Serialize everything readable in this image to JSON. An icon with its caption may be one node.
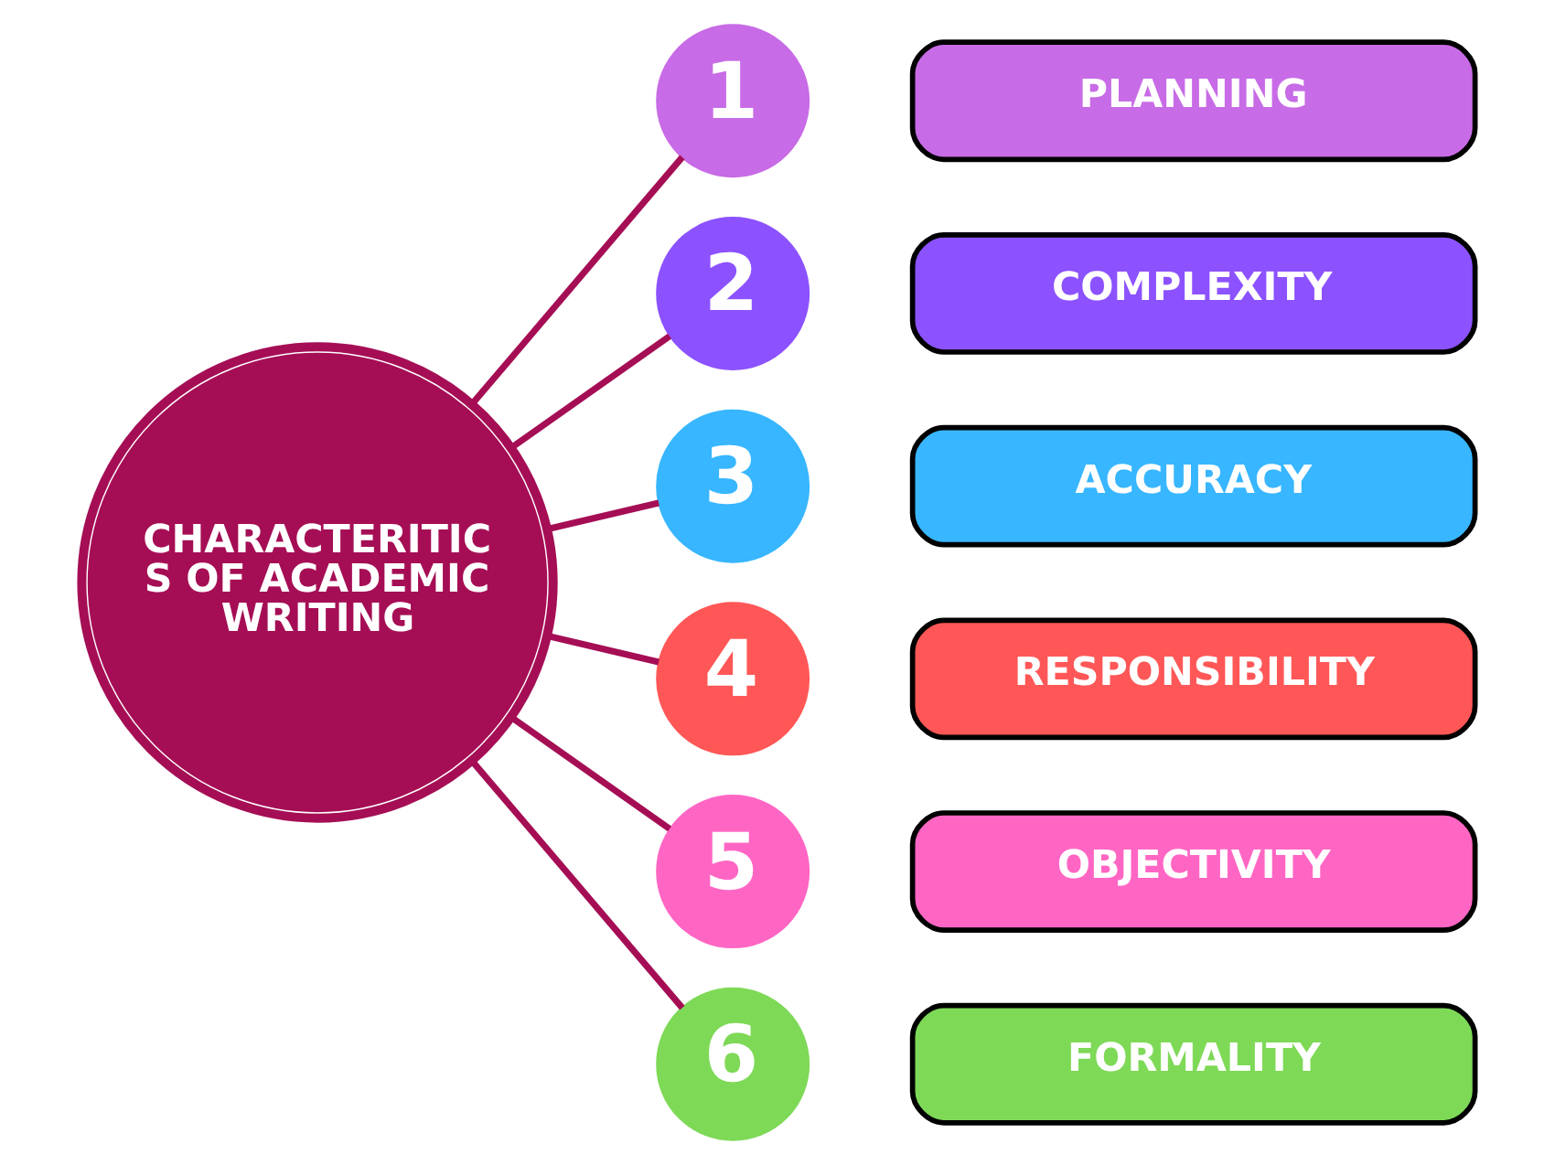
{
  "diagram": {
    "nodes": [
      {
        "text": [
          "CHARACTERITIC S OF ACADEMIC WRITING"
        ]
      },
      {
        "text": [
          "1"
        ]
      },
      {
        "text": [
          "PLANNING"
        ]
      },
      {
        "text": [
          "2"
        ]
      },
      {
        "text": [
          "COMPLEXITY"
        ]
      },
      {
        "text": [
          "3"
        ]
      },
      {
        "text": [
          "ACCURACY"
        ]
      },
      {
        "text": [
          "4"
        ]
      },
      {
        "text": [
          "RESPONSIBILITY"
        ]
      },
      {
        "text": [
          "5"
        ]
      },
      {
        "text": [
          "OBJECTIVITY"
        ]
      },
      {
        "text": [
          "6"
        ]
      },
      {
        "text": [
          "FORMALITY"
        ]
      }
    ],
    "edges": [
      {
        "from": 0,
        "to": 1,
        "arrow": "none"
      },
      {
        "from": 0,
        "to": 3,
        "arrow": "none"
      },
      {
        "from": 0,
        "to": 5,
        "arrow": "none"
      },
      {
        "from": 0,
        "to": 7,
        "arrow": "none"
      },
      {
        "from": 0,
        "to": 9,
        "arrow": "none"
      },
      {
        "from": 0,
        "to": 11,
        "arrow": "none"
      }
    ]
  }
}
